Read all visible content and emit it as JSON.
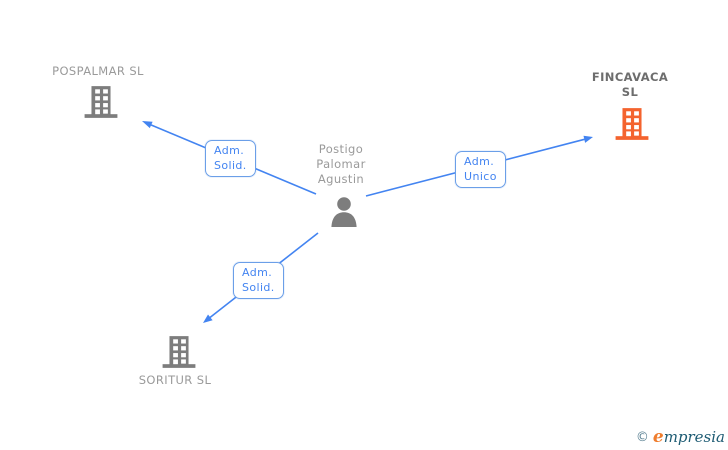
{
  "person": {
    "name_lines": [
      "Postigo",
      "Palomar",
      "Agustin"
    ]
  },
  "companies": {
    "pospalmar": {
      "name": "POSPALMAR SL"
    },
    "fincavaca": {
      "name_line1": "FINCAVACA",
      "name_line2": "SL",
      "highlighted": true
    },
    "soritur": {
      "name": "SORITUR SL"
    }
  },
  "edges": {
    "pospalmar": {
      "line1": "Adm.",
      "line2": "Solid."
    },
    "fincavaca": {
      "line1": "Adm.",
      "line2": "Unico"
    },
    "soritur": {
      "line1": "Adm.",
      "line2": "Solid."
    }
  },
  "footer": {
    "copyright_symbol": "©",
    "brand_e": "e",
    "brand_rest": "mpresia"
  },
  "icons": {
    "person": "person-silhouette",
    "company": "office-building"
  },
  "colors": {
    "edge_blue": "#4384f1",
    "box_border_blue": "#6b9fe8",
    "node_gray": "#7d7d7d",
    "highlight_orange": "#f4632e",
    "label_gray": "#9a9a9a",
    "highlight_label_gray": "#6d6d6d",
    "brand_copy": "#5a8193",
    "brand_orange": "#ef7d2e",
    "brand_teal": "#1d5b73"
  }
}
